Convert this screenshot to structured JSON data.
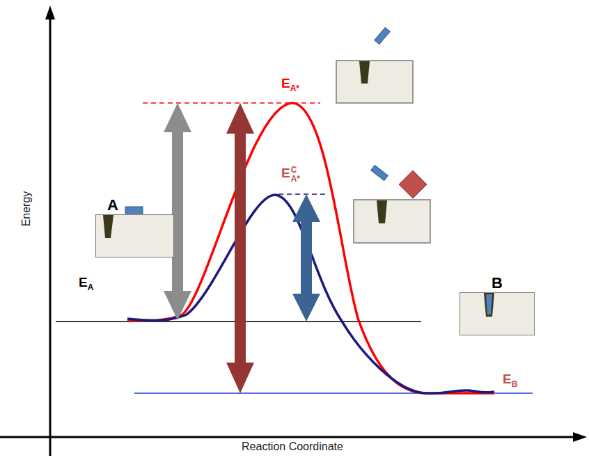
{
  "diagram": {
    "nodes": [
      {
        "text": [
          "A"
        ]
      },
      {
        "text": [
          "B"
        ]
      }
    ],
    "labels": [
      "Energy",
      "Reaction Coordinate",
      "E",
      "A*",
      "E",
      "C",
      "A*",
      "E",
      "A",
      "E",
      "B"
    ]
  }
}
